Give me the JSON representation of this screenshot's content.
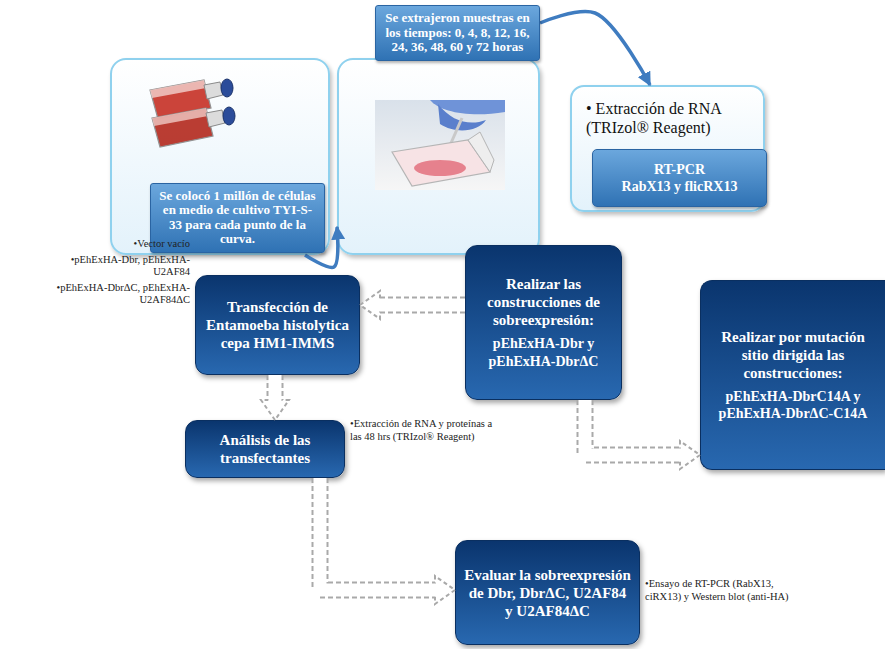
{
  "diagram": {
    "nodes": [
      {
        "text": [
          "Se colocó 1 millón de células en medio de cultivo TYI-S-33 para cada punto de la curva."
        ]
      },
      {
        "text": [
          "Se extrajeron muestras en los tiempos: 0, 4, 8, 12, 16, 24, 36, 48, 60 y 72 horas"
        ]
      },
      {
        "text": [
          "• Extracción de RNA (TRIzol® Reagent)"
        ]
      },
      {
        "text": [
          "RT-PCR",
          "RabX13 y flicRX13"
        ],
        "in": 2
      },
      {
        "text": [
          "Transfección de Entamoeba histolytica cepa HM1-IMMS"
        ]
      },
      {
        "text": [
          "Realizar las construcciones de sobreexpresión:",
          "pEhExHA-Dbr y pEhExHA-DbrΔC"
        ]
      },
      {
        "text": [
          "Realizar por mutación sitio dirigida las construcciones:",
          "pEhExHA-DbrC14A y pEhExHA-DbrΔC-C14A"
        ]
      },
      {
        "text": [
          "Análisis de las transfectantes"
        ]
      },
      {
        "text": [
          "Evaluar la sobreexpresión de Dbr, DbrΔC, U2AF84 y U2AF84ΔC"
        ]
      }
    ],
    "edges": [
      {
        "from": 0,
        "to": 1,
        "arrow": "to"
      },
      {
        "from": 1,
        "to": 2,
        "arrow": "to"
      },
      {
        "from": 5,
        "to": 4,
        "arrow": "to"
      },
      {
        "from": 5,
        "to": 6,
        "arrow": "to"
      },
      {
        "from": 4,
        "to": 7,
        "arrow": "to"
      },
      {
        "from": 7,
        "to": 8,
        "arrow": "to"
      }
    ],
    "labels": [
      "•Vector vacío",
      "•pEhExHA-Dbr, pEhExHA-U2AF84",
      "•pEhExHA-DbrΔC, pEhExHA-U2AF84ΔC",
      "•Extracción de RNA y proteínas a las 48 hrs (TRIzol® Reagent)",
      "•Ensayo de RT-PCR (RabX13, ciRX13) y Western blot (anti-HA)"
    ]
  }
}
